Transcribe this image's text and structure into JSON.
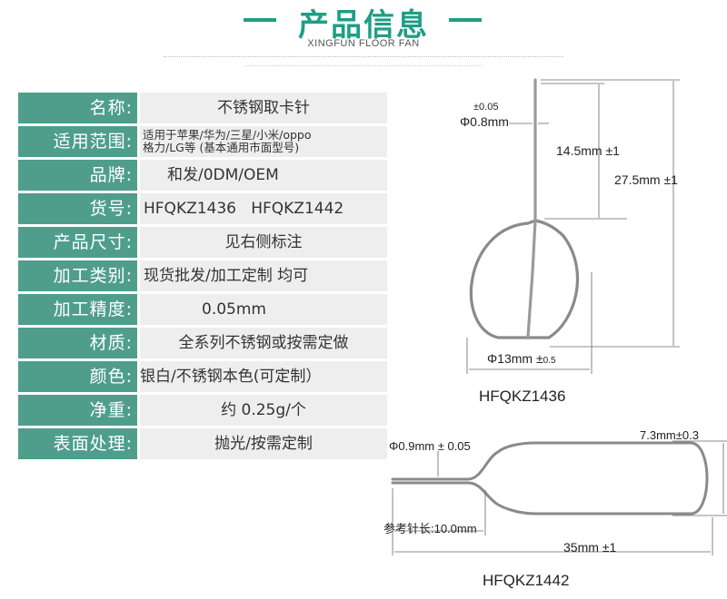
{
  "header": {
    "title": "产品信息",
    "subtitle": "XINGFUN FLOOR FAN"
  },
  "specs": [
    {
      "label": "名称:",
      "value": "不锈钢取卡针"
    },
    {
      "label": "适用范围:",
      "value_line1": "适用于苹果/华为/三星/小米/oppo",
      "value_line2": "格力/LG等 (基本通用市面型号)"
    },
    {
      "label": "品牌:",
      "value": "和发/0DM/OEM"
    },
    {
      "label": "货号:",
      "value": "HFQKZ1436   HFQKZ1442"
    },
    {
      "label": "产品尺寸:",
      "value": "见右侧标注"
    },
    {
      "label": "加工类别:",
      "value": "现货批发/加工定制 均可"
    },
    {
      "label": "加工精度:",
      "value": "0.05mm"
    },
    {
      "label": "材质:",
      "value": "全系列不锈钢或按需定做"
    },
    {
      "label": "颜色:",
      "value": "银白/不锈钢本色(可定制）"
    },
    {
      "label": "净重:",
      "value": "约 0.25g/个"
    },
    {
      "label": "表面处理:",
      "value": "抛光/按需定制"
    }
  ],
  "diagram1": {
    "tol_top": "±0.05",
    "diameter": "Φ0.8mm",
    "dim_a": "14.5mm ±1",
    "dim_b": "27.5mm ±1",
    "loop_w": "Φ13mm ±",
    "loop_w_tol": "0.5",
    "model": "HFQKZ1436"
  },
  "diagram2": {
    "diameter": "Φ0.9mm ± 0.05",
    "width": "7.3mm±0.3",
    "needle": "参考针长:10.0mm",
    "length": "35mm ±1",
    "model": "HFQKZ1442"
  },
  "colors": {
    "accent": "#1e9e86",
    "label_bg": "#4f9e8c",
    "value_bg": "#eeeeee"
  }
}
